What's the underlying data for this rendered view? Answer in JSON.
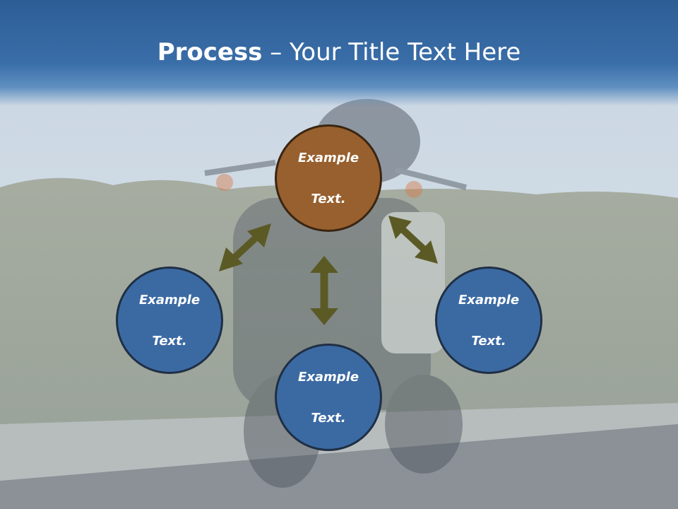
{
  "slide": {
    "title_bold": "Process",
    "title_rest": " – Your Title Text Here"
  },
  "nodes": {
    "top": {
      "line1": "Example",
      "line2": "Text."
    },
    "left": {
      "line1": "Example",
      "line2": "Text."
    },
    "right": {
      "line1": "Example",
      "line2": "Text."
    },
    "bottom": {
      "line1": "Example",
      "line2": "Text."
    }
  },
  "colors": {
    "header": "#3a6ea8",
    "center_node": "#98602e",
    "outer_node": "#3b6aa3",
    "arrow": "#5b5a25"
  }
}
